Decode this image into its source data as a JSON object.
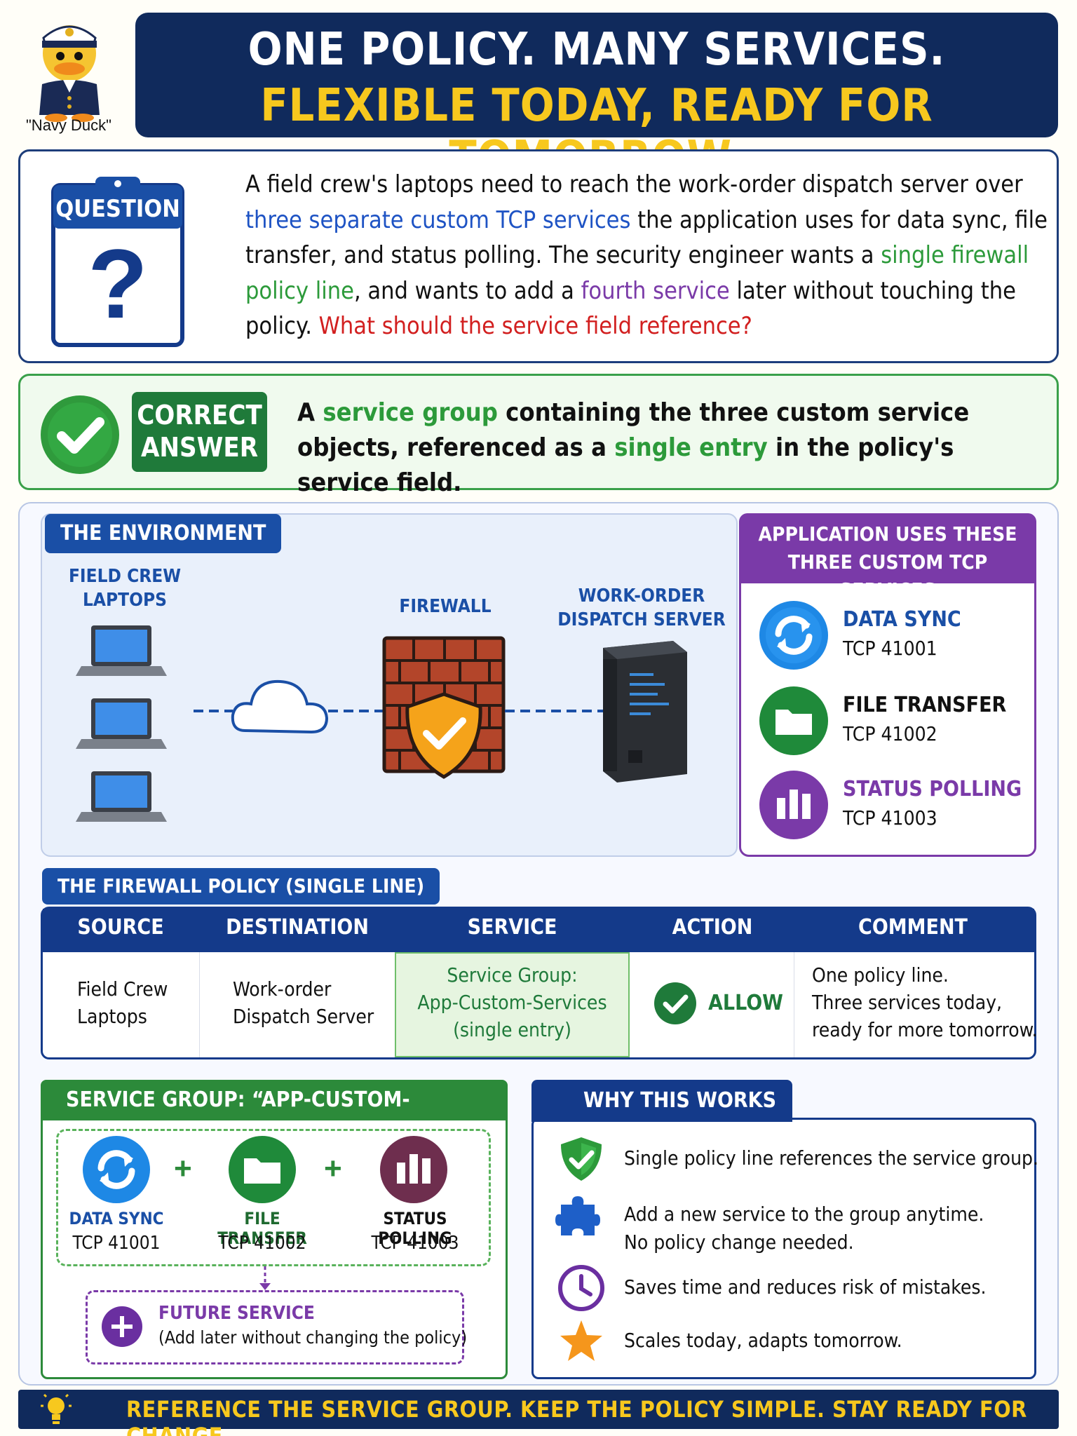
{
  "mascot": {
    "caption": "\"Navy Duck\""
  },
  "header": {
    "line1": "ONE POLICY. MANY SERVICES.",
    "line2": "FLEXIBLE TODAY, READY FOR TOMORROW."
  },
  "question": {
    "badge": "QUESTION",
    "mark": "?",
    "p1": "A field crew's laptops need to reach the work-order dispatch server over ",
    "h1": "three separate custom TCP services",
    "p2": " the application uses for data sync, file transfer, and status polling. The security engineer wants a ",
    "h2": "single firewall policy line",
    "p3": ", and wants to add a ",
    "h3": "fourth service",
    "p4": " later without touching the policy. ",
    "h4": "What should the service field reference?"
  },
  "answer": {
    "badge_line1": "CORRECT",
    "badge_line2": "ANSWER",
    "p1": "A ",
    "h1": "service group",
    "p2": " containing the three custom service objects, referenced as a ",
    "h2": "single entry",
    "p3": " in the policy's service field."
  },
  "environment": {
    "title": "THE ENVIRONMENT",
    "laptops_label1": "FIELD CREW",
    "laptops_label2": "LAPTOPS",
    "firewall_label": "FIREWALL",
    "server_label1": "WORK-ORDER",
    "server_label2": "DISPATCH SERVER"
  },
  "services_panel": {
    "title1": "APPLICATION USES THESE",
    "title2": "THREE CUSTOM TCP SERVICES",
    "items": [
      {
        "name": "DATA SYNC",
        "port": "TCP 41001",
        "icon": "sync-icon",
        "color": "#1e88e5"
      },
      {
        "name": "FILE TRANSFER",
        "port": "TCP 41002",
        "icon": "folder-icon",
        "color": "#1f8a3a"
      },
      {
        "name": "STATUS POLLING",
        "port": "TCP 41003",
        "icon": "bar-chart-icon",
        "color": "#7a3aa8"
      }
    ]
  },
  "policy": {
    "title": "THE FIREWALL POLICY (SINGLE LINE)",
    "headers": [
      "SOURCE",
      "DESTINATION",
      "SERVICE",
      "ACTION",
      "COMMENT"
    ],
    "source": [
      "Field Crew",
      "Laptops"
    ],
    "destination": [
      "Work-order",
      "Dispatch Server"
    ],
    "service": [
      "Service Group:",
      "App-Custom-Services",
      "(single entry)"
    ],
    "action": "ALLOW",
    "comment": [
      "One policy line.",
      "Three services today,",
      "ready for more tomorrow."
    ]
  },
  "service_group": {
    "title": "SERVICE GROUP: “APP-CUSTOM-SERVICES”",
    "plus": "+",
    "members": [
      {
        "name": "DATA SYNC",
        "port": "TCP 41001"
      },
      {
        "name": "FILE TRANSFER",
        "port": "TCP 41002"
      },
      {
        "name": "STATUS POLLING",
        "port": "TCP 41003"
      }
    ],
    "future_name": "FUTURE SERVICE",
    "future_desc": "(Add later without changing the policy)"
  },
  "why": {
    "title": "WHY THIS WORKS",
    "items": [
      {
        "icon": "shield-check-icon",
        "lines": [
          "Single policy line references the service group."
        ]
      },
      {
        "icon": "puzzle-icon",
        "lines": [
          "Add a new service to the group anytime.",
          "No policy change needed."
        ]
      },
      {
        "icon": "clock-icon",
        "lines": [
          "Saves time and reduces risk of mistakes."
        ]
      },
      {
        "icon": "star-icon",
        "lines": [
          "Scales today, adapts tomorrow."
        ]
      }
    ]
  },
  "footer": {
    "text": "REFERENCE THE SERVICE GROUP. KEEP THE POLICY SIMPLE. STAY READY FOR CHANGE."
  }
}
